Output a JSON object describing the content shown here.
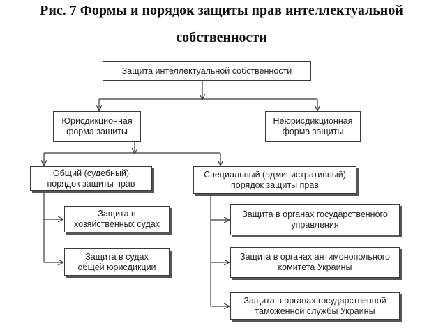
{
  "title": {
    "line1": "Рис. 7 Формы и порядок защиты прав интеллектуальной",
    "line2": "собственности"
  },
  "nodes": {
    "root": "Защита интеллектуальной собственности",
    "jurisdictional": "Юрисдикционная\nформа защиты",
    "non_jurisdictional": "Неюрисдикционная\nформа защиты",
    "general": "Общий (судебный)\nпорядок защиты прав",
    "special": "Специальный (административный)\nпорядок защиты прав",
    "commercial_courts": "Защита в\nхозяйственных судах",
    "general_courts": "Защита в судах\nобщей юрисдикции",
    "state_bodies": "Защита в органах государственного\nуправления",
    "antimonopoly": "Защита в органах антимонопольного\nкомитета Украины",
    "customs": "Защита в органах государственной\nтаможенной службы Украины"
  },
  "colors": {
    "line": "#3a3a3a",
    "border": "#3a3a3a"
  }
}
